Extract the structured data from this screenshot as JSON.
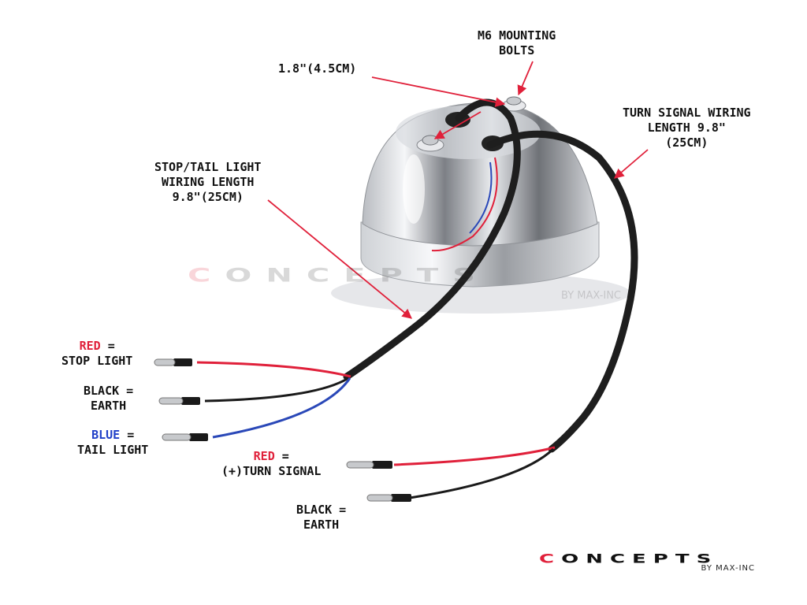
{
  "labels": {
    "bolts": {
      "line1": "M6 MOUNTING",
      "line2": "BOLTS"
    },
    "bolt_spacing": "1.8\"(4.5CM)",
    "turn_wiring": {
      "line1": "TURN SIGNAL WIRING",
      "line2": "LENGTH 9.8\"",
      "line3": "(25CM)"
    },
    "stop_wiring": {
      "line1": "STOP/TAIL LIGHT",
      "line2": "WIRING LENGTH",
      "line3": "9.8\"(25CM)"
    },
    "stop_light": {
      "color": "RED",
      "eq": " =",
      "name": "STOP LIGHT"
    },
    "earth_left": {
      "color": "BLACK",
      "eq": " =",
      "name": "EARTH"
    },
    "tail_light": {
      "color": "BLUE",
      "eq": " =",
      "name": "TAIL LIGHT"
    },
    "turn_signal": {
      "color": "RED",
      "eq": " =",
      "name": "(+)TURN SIGNAL"
    },
    "earth_right": {
      "color": "BLACK",
      "eq": " =",
      "name": "EARTH"
    }
  },
  "logo": {
    "first": "C",
    "rest": "ONCEPTS",
    "sub": "BY MAX-INC"
  },
  "colors": {
    "wire_red": "#e0203a",
    "wire_black": "#1a1a1a",
    "wire_blue": "#2a48b8",
    "arrow": "#e0203a",
    "chrome_dark": "#8a8d92",
    "chrome_light": "#f4f5f7"
  }
}
